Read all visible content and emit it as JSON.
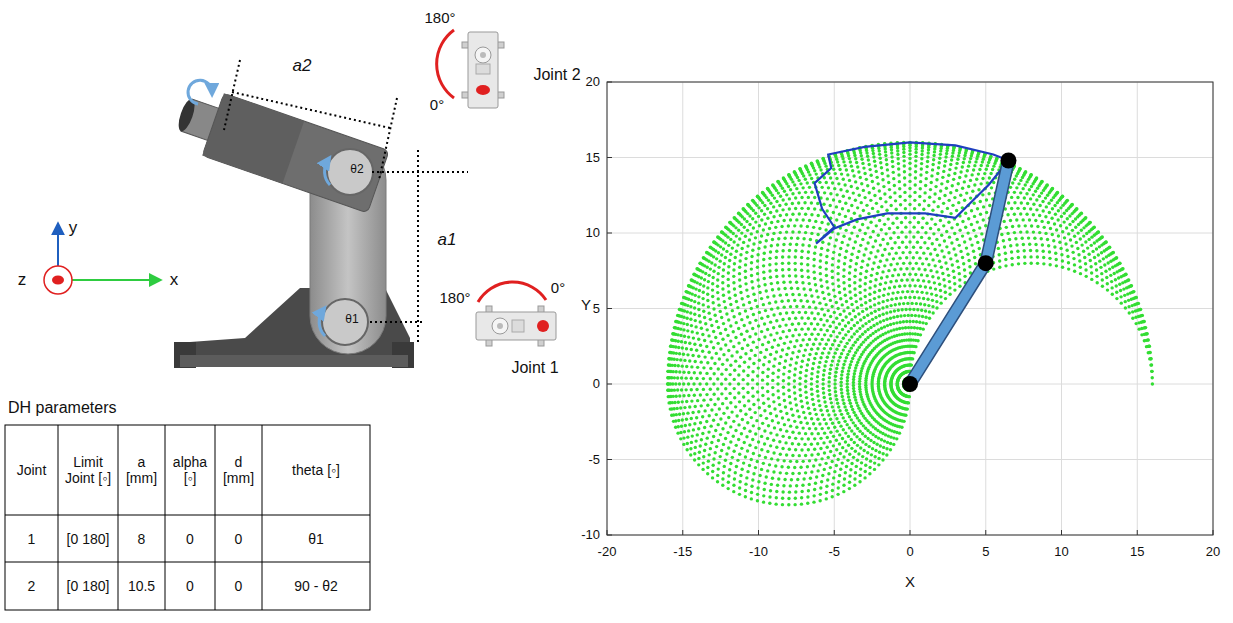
{
  "diagram": {
    "labels": [
      "180°",
      "0°",
      "Joint 2",
      "a2",
      "y",
      "z",
      "x",
      "θ2",
      "a1",
      "θ1",
      "180°",
      "0°",
      "Joint 1",
      "DH parameters",
      "Joint",
      "Limit Joint [◦]",
      "a [mm]",
      "alpha [◦]",
      "d [mm]",
      "theta [◦]",
      "1",
      "[0 180]",
      "8",
      "0",
      "0",
      "θ1",
      "2",
      "[0 180]",
      "10.5",
      "0",
      "0",
      "90 - θ2",
      "20",
      "15",
      "10",
      "5",
      "0",
      "-5",
      "-10",
      "-20",
      "-15",
      "-10",
      "-5",
      "0",
      "5",
      "10",
      "15",
      "20",
      "X",
      "Y"
    ]
  }
}
